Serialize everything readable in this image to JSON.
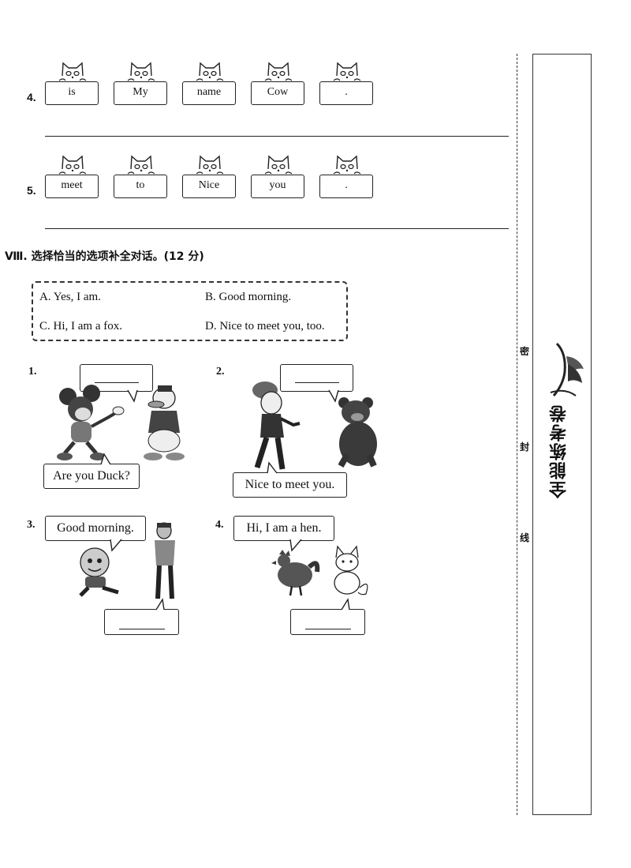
{
  "exercise_4": {
    "number": "4.",
    "words": [
      "is",
      "My",
      "name",
      "Cow",
      "."
    ]
  },
  "exercise_5": {
    "number": "5.",
    "words": [
      "meet",
      "to",
      "Nice",
      "you",
      "."
    ]
  },
  "section_viii": {
    "title": "Ⅷ. 选择恰当的选项补全对话。(12 分)",
    "options": [
      "A. Yes, I am.",
      "B. Good morning.",
      "C. Hi, I am a fox.",
      "D. Nice to meet you, too."
    ],
    "dialogs": [
      {
        "number": "1.",
        "given": "Are you Duck?"
      },
      {
        "number": "2.",
        "given": "Nice to meet you."
      },
      {
        "number": "3.",
        "given": "Good morning."
      },
      {
        "number": "4.",
        "given": "Hi, I am a hen."
      }
    ]
  },
  "side_panel": {
    "seal_chars": [
      "密",
      "封",
      "线"
    ],
    "brand": "全能练考卷"
  },
  "colors": {
    "ink": "#111111",
    "paper": "#ffffff"
  },
  "icons": [
    "cat-head-icon",
    "speech-bubble-tail-icon",
    "logo-feather-icon"
  ]
}
